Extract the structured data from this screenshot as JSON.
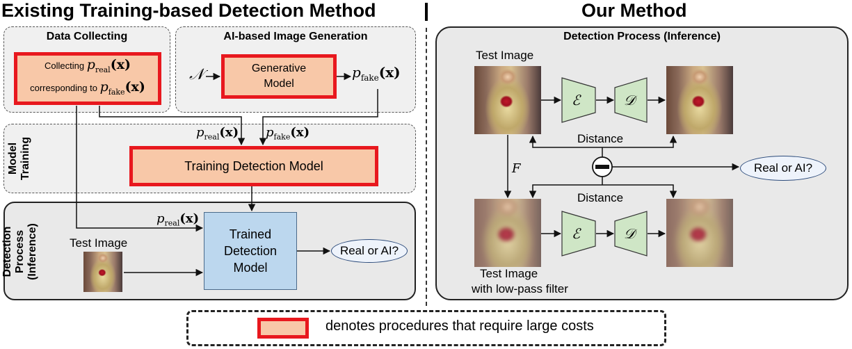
{
  "left": {
    "title": "Existing Training-based Detection Method",
    "data_collecting": {
      "label": "Data Collecting",
      "box_line1": "Collecting",
      "box_line2": "corresponding to",
      "p_real": "p",
      "p_real_sub": "real",
      "p_fake": "p",
      "p_fake_sub": "fake",
      "arg": "(x)"
    },
    "ai_generation": {
      "label": "AI-based Image Generation",
      "noise": "𝒩",
      "box": "Generative\nModel",
      "out_p": "p",
      "out_sub": "fake",
      "out_arg": "(x)"
    },
    "model_training": {
      "label": "Model\nTraining",
      "in_real_p": "p",
      "in_real_sub": "real",
      "in_real_arg": "(x)",
      "in_fake_p": "p",
      "in_fake_sub": "fake",
      "in_fake_arg": "(x)",
      "box": "Training Detection Model"
    },
    "detection_process": {
      "label": "Detection\nProcess\n(Inference)",
      "p_p": "p",
      "p_sub": "real",
      "p_arg": "(x)",
      "test_image": "Test Image",
      "box": "Trained\nDetection\nModel",
      "output": "Real or AI?"
    }
  },
  "right": {
    "title": "Our Method",
    "panel_label": "Detection Process (Inference)",
    "test_image": "Test Image",
    "encoder": "ℰ",
    "decoder": "𝒟",
    "distance_top": "Distance",
    "distance_bottom": "Distance",
    "filter": "F",
    "output": "Real or AI?",
    "lowpass_line1": "Test Image",
    "lowpass_line2": "with low-pass filter"
  },
  "legend": {
    "text": "denotes procedures that require large costs"
  },
  "colors": {
    "cost_fill": "#f8c8a8",
    "cost_border": "#e8181e",
    "model_fill": "#bcd7ee",
    "trapezoid_fill": "#cfe6c6"
  }
}
